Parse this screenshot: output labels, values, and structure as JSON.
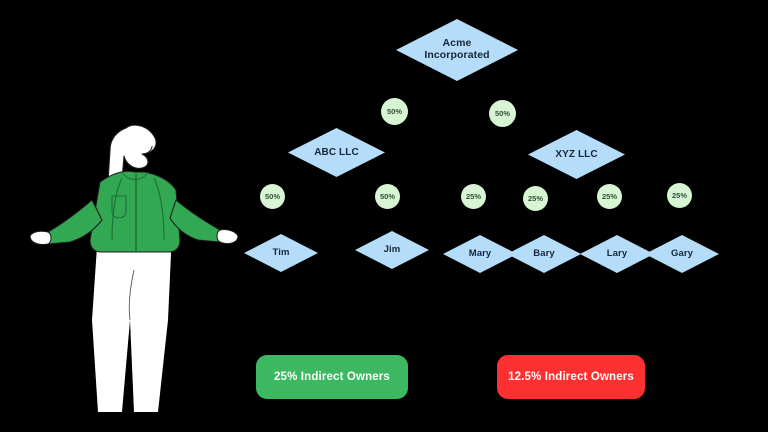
{
  "background_color": "#000000",
  "palette": {
    "node_fill": "#b5dcf8",
    "node_text": "#16263d",
    "badge_fill": "#d8f5d3",
    "badge_text": "#2f4f3a",
    "legend_green": "#3cb860",
    "legend_red": "#fc3030",
    "jacket_green": "#33a852",
    "figure_white": "#ffffff"
  },
  "illustration": {
    "name": "shrugging-person-illustration",
    "description": "Person with green jacket, white trousers, arms outstretched in a shrug"
  },
  "chart_data": {
    "type": "diagram",
    "title": "",
    "tiers": [
      {
        "level": 0,
        "nodes": [
          {
            "id": "acme",
            "label": "Acme Incorporated",
            "shape": "diamond"
          }
        ]
      },
      {
        "level": 1,
        "nodes": [
          {
            "id": "abc",
            "label": "ABC LLC",
            "shape": "diamond"
          },
          {
            "id": "xyz",
            "label": "XYZ LLC",
            "shape": "diamond"
          }
        ]
      },
      {
        "level": 2,
        "nodes": [
          {
            "id": "tim",
            "label": "Tim",
            "shape": "diamond"
          },
          {
            "id": "jim",
            "label": "Jim",
            "shape": "diamond"
          },
          {
            "id": "mary",
            "label": "Mary",
            "shape": "diamond"
          },
          {
            "id": "bary",
            "label": "Bary",
            "shape": "diamond"
          },
          {
            "id": "lary",
            "label": "Lary",
            "shape": "diamond"
          },
          {
            "id": "gary",
            "label": "Gary",
            "shape": "diamond"
          }
        ]
      }
    ],
    "ownership_badges": [
      {
        "id": "b-abc-acme",
        "value": "50%",
        "from": "abc",
        "to": "acme"
      },
      {
        "id": "b-xyz-acme",
        "value": "50%",
        "from": "xyz",
        "to": "acme"
      },
      {
        "id": "b-tim-abc",
        "value": "50%",
        "from": "tim",
        "to": "abc"
      },
      {
        "id": "b-jim-abc",
        "value": "50%",
        "from": "jim",
        "to": "abc"
      },
      {
        "id": "b-mary-xyz",
        "value": "25%",
        "from": "mary",
        "to": "xyz"
      },
      {
        "id": "b-bary-xyz",
        "value": "25%",
        "from": "bary",
        "to": "xyz"
      },
      {
        "id": "b-lary-xyz",
        "value": "25%",
        "from": "lary",
        "to": "xyz"
      },
      {
        "id": "b-gary-xyz",
        "value": "25%",
        "from": "gary",
        "to": "xyz"
      }
    ]
  },
  "nodes": {
    "acme": "Acme Incorporated",
    "acme_line1": "Acme",
    "acme_line2": "Incorporated",
    "abc": "ABC LLC",
    "xyz": "XYZ LLC",
    "tim": "Tim",
    "jim": "Jim",
    "mary": "Mary",
    "bary": "Bary",
    "lary": "Lary",
    "gary": "Gary"
  },
  "badges": {
    "abc_to_acme": "50%",
    "xyz_to_acme": "50%",
    "tim_to_abc": "50%",
    "jim_to_abc": "50%",
    "mary_to_xyz": "25%",
    "bary_to_xyz": "25%",
    "lary_to_xyz": "25%",
    "gary_to_xyz": "25%"
  },
  "legend": {
    "green_label": "25% Indirect Owners",
    "red_label": "12.5% Indirect Owners"
  }
}
